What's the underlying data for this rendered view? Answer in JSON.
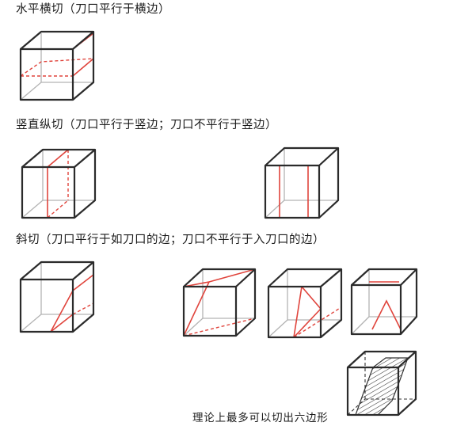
{
  "captions": {
    "horizontal": "水平横切（刀口平行于横边）",
    "vertical": "竖直纵切（刀口平行于竖边；刀口不平行于竖边）",
    "oblique": "斜切（刀口平行于如刀口的边；刀口不平行于入刀口的边）",
    "hexagon_note": "理论上最多可以切出六边形"
  },
  "colors": {
    "cube_edge": "#2b2b2b",
    "hidden_edge": "#b3b3b3",
    "cut_line": "#e0443c"
  }
}
